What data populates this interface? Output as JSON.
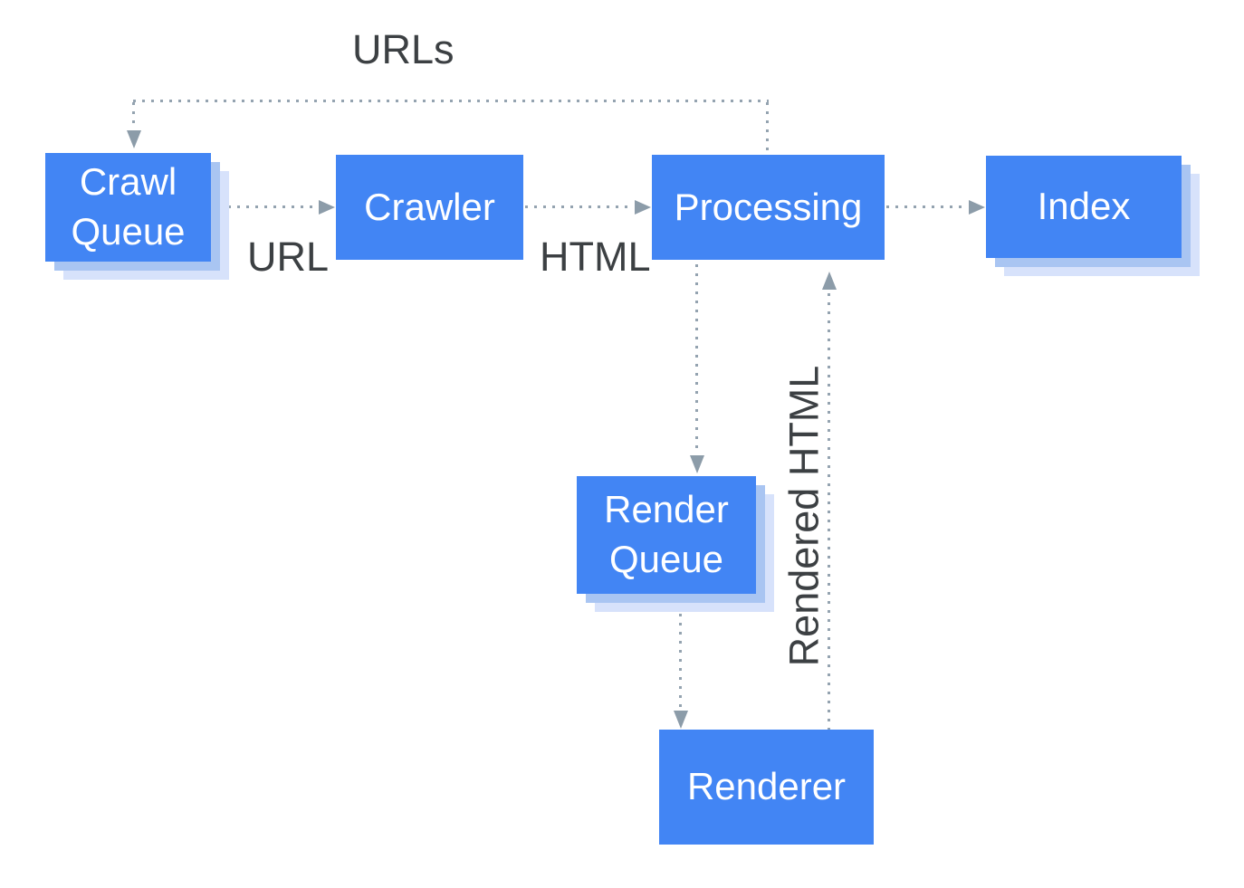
{
  "diagram": {
    "description": "Crawl, render and index pipeline flow diagram"
  },
  "nodes": [
    {
      "id": "crawl-queue",
      "label": "Crawl Queue"
    },
    {
      "id": "crawler",
      "label": "Crawler"
    },
    {
      "id": "processing",
      "label": "Processing"
    },
    {
      "id": "index",
      "label": "Index"
    },
    {
      "id": "render-queue",
      "label": "Render Queue"
    },
    {
      "id": "renderer",
      "label": "Renderer"
    }
  ],
  "edges": [
    {
      "from": "processing",
      "to": "crawl-queue",
      "label": "URLs",
      "style": "dotted"
    },
    {
      "from": "crawl-queue",
      "to": "crawler",
      "label": "URL",
      "style": "dotted"
    },
    {
      "from": "crawler",
      "to": "processing",
      "label": "HTML",
      "style": "dotted"
    },
    {
      "from": "processing",
      "to": "index",
      "label": "",
      "style": "dotted"
    },
    {
      "from": "processing",
      "to": "render-queue",
      "label": "",
      "style": "dotted"
    },
    {
      "from": "render-queue",
      "to": "renderer",
      "label": "",
      "style": "dotted"
    },
    {
      "from": "renderer",
      "to": "processing",
      "label": "Rendered HTML",
      "style": "dotted"
    }
  ],
  "colors": {
    "node_fill": "#4285F4",
    "node_text": "#FFFFFF",
    "shadow_inner": "#A9C5F2",
    "shadow_outer": "#D7E2FB",
    "connector_dots": "#94A3B0",
    "arrowhead": "#8C9CA9",
    "label_text": "#3C4043",
    "background": "#FFFFFF"
  }
}
